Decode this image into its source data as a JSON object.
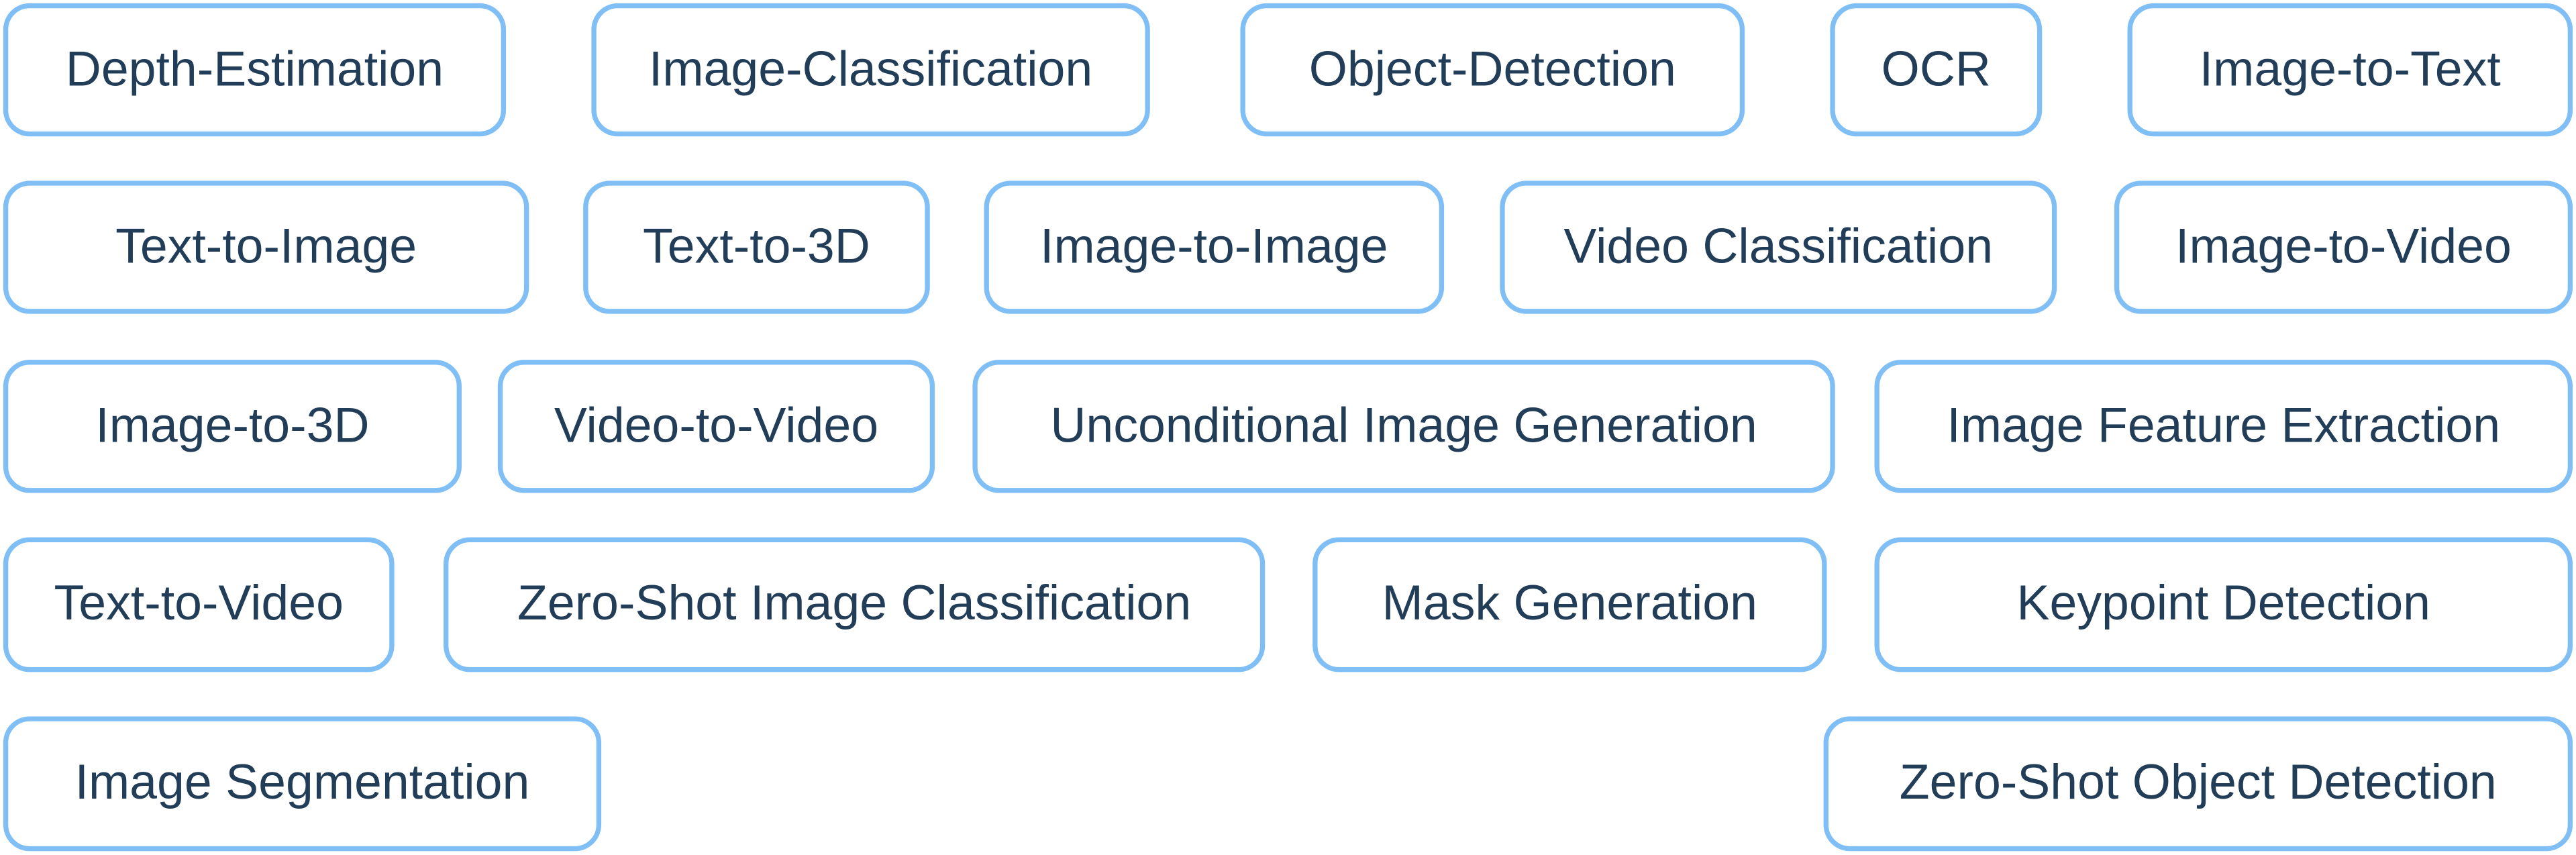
{
  "tasks": [
    "Depth-Estimation",
    "Image-Classification",
    "Object-Detection",
    "OCR",
    "Image-to-Text",
    "Text-to-Image",
    "Text-to-3D",
    "Image-to-Image",
    "Video Classification",
    "Image-to-Video",
    "Image-to-3D",
    "Video-to-Video",
    "Unconditional Image Generation",
    "Image Feature Extraction",
    "Text-to-Video",
    "Zero-Shot Image Classification",
    "Mask Generation",
    "Keypoint Detection",
    "Image Segmentation",
    "Zero-Shot Object Detection"
  ],
  "colors": {
    "border": "#7fbff5",
    "text": "#223d57",
    "background": "#ffffff"
  }
}
